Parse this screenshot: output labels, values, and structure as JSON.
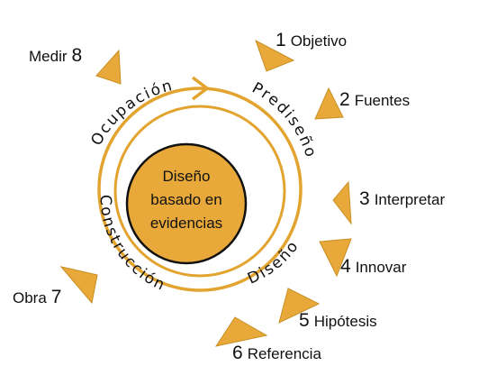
{
  "center": {
    "lines": [
      "Diseño",
      "basado en",
      "evidencias"
    ]
  },
  "phases": {
    "ocupacion": "Ocupación",
    "prediseno": "Prediseño",
    "diseno": "Diseño",
    "construccion": "Construcción"
  },
  "steps": [
    {
      "num": "1",
      "label": "Objetivo"
    },
    {
      "num": "2",
      "label": "Fuentes"
    },
    {
      "num": "3",
      "label": "Interpretar"
    },
    {
      "num": "4",
      "label": "Innovar"
    },
    {
      "num": "5",
      "label": "Hipótesis"
    },
    {
      "num": "6",
      "label": "Referencia"
    },
    {
      "num": "7",
      "label": "Obra"
    },
    {
      "num": "8",
      "label": "Medir"
    }
  ],
  "colors": {
    "accent": "#E8A93A",
    "accent_stroke": "#C98E22",
    "ring": "#E2A42F",
    "text": "#111111"
  }
}
